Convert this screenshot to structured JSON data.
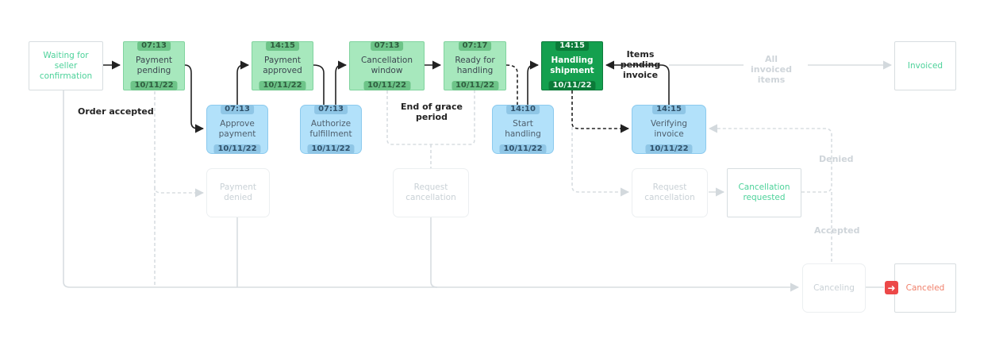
{
  "diagram": {
    "nodes": {
      "waiting": {
        "label": "Waiting for seller confirmation"
      },
      "payment_pending": {
        "label": "Payment pending",
        "time": "07:13",
        "date": "10/11/22"
      },
      "approve_payment": {
        "label": "Approve payment",
        "time": "07:13",
        "date": "10/11/22"
      },
      "payment_approved": {
        "label": "Payment approved",
        "time": "14:15",
        "date": "10/11/22"
      },
      "authorize_fulfillment": {
        "label": "Authorize fulfillment",
        "time": "07:13",
        "date": "10/11/22"
      },
      "cancellation_window": {
        "label": "Cancellation window",
        "time": "07:13",
        "date": "10/11/22"
      },
      "ready_for_handling": {
        "label": "Ready for handling",
        "time": "07:17",
        "date": "10/11/22"
      },
      "start_handling": {
        "label": "Start handling",
        "time": "14:10",
        "date": "10/11/22"
      },
      "handling_shipment": {
        "label": "Handling shipment",
        "time": "14:15",
        "date": "10/11/22"
      },
      "verifying_invoice": {
        "label": "Verifying invoice",
        "time": "14:15",
        "date": "10/11/22"
      },
      "invoiced": {
        "label": "Invoiced"
      },
      "payment_denied": {
        "label": "Payment denied"
      },
      "request_cancellation_1": {
        "label": "Request cancellation"
      },
      "request_cancellation_2": {
        "label": "Request cancellation"
      },
      "cancellation_requested": {
        "label": "Cancellation requested"
      },
      "canceling": {
        "label": "Canceling"
      },
      "canceled": {
        "label": "Canceled"
      }
    },
    "edge_labels": {
      "order_accepted": "Order accepted",
      "end_of_grace_period": "End of grace period",
      "items_pending_invoice": "Items pending invoice",
      "all_invoiced_items": "All invoiced items",
      "denied": "Denied",
      "accepted": "Accepted"
    },
    "colors": {
      "completed": "#a7e8bd",
      "action": "#b2e1fa",
      "current": "#14a04f",
      "edge_active": "#222222",
      "edge_inactive": "#d8dde1",
      "canceled_icon": "#ec4848"
    },
    "icons": {
      "canceled": "exit-icon"
    }
  }
}
